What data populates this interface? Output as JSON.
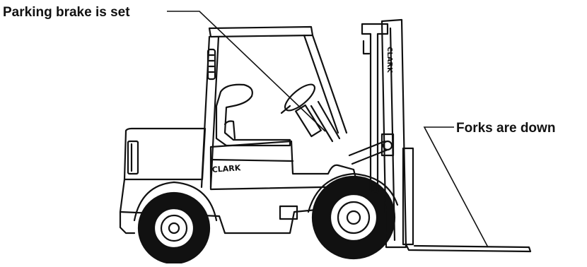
{
  "callouts": {
    "parking_brake": "Parking brake is set",
    "forks": "Forks are down"
  },
  "brand_marks": {
    "counterweight": "CLARK",
    "mast": "CLARK"
  },
  "colors": {
    "ink": "#111111",
    "paper": "#ffffff"
  }
}
